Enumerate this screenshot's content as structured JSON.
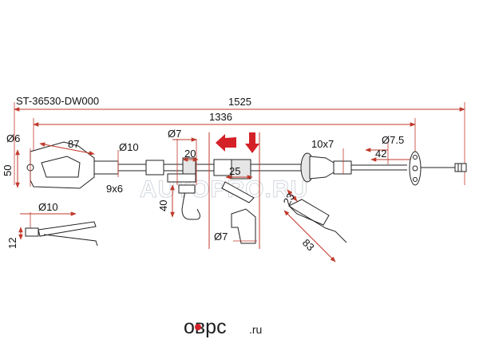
{
  "part_number": "ST-36530-DW000",
  "watermark": "AUTOPRO.RU",
  "brand": {
    "text": "оврс",
    "suffix": ".ru",
    "accent": "#d42027"
  },
  "colors": {
    "dimension": "#c0392b",
    "arrow": "#d42027",
    "line": "#222222"
  },
  "dimensions": {
    "total_length": "1525",
    "inner_length": "1336",
    "eye_dia": "Ø6",
    "bracket_len": "87",
    "ferrule_dia": "Ø10",
    "bracket_height": "50",
    "slot_size": "9x6",
    "clip_dia_top": "Ø7",
    "clip_width": "20",
    "clip_gap": "25",
    "clip_height": "40",
    "clip_dia_bottom": "Ø7",
    "sleeve_size": "10x7",
    "end_dia": "Ø7.5",
    "end_len": "42",
    "side_dia": "Ø10",
    "side_height": "12",
    "bracket_b_height": "23",
    "bracket_b_len": "83"
  }
}
